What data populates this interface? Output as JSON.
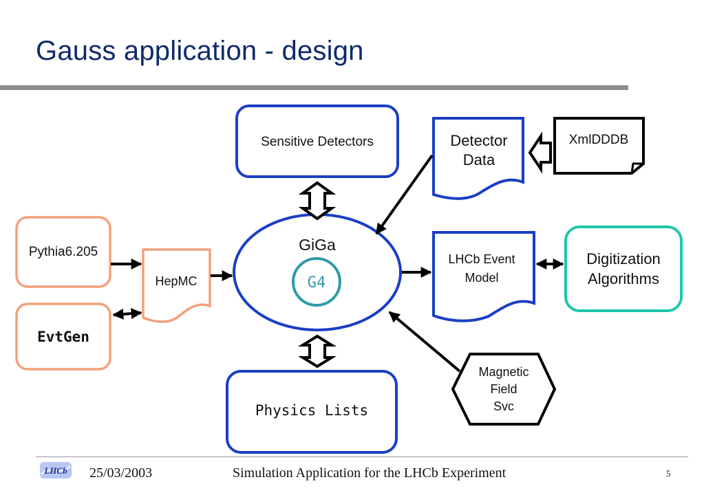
{
  "slide": {
    "title": "Gauss application - design"
  },
  "diagram": {
    "sensitive_detectors": "Sensitive Detectors",
    "detector_data": [
      "Detector",
      "Data"
    ],
    "xmldddb": "XmlDDDB",
    "pythia": "Pythia6.205",
    "evtgen": "EvtGen",
    "hepmc": "HepMC",
    "giga": "GiGa",
    "g4": "G4",
    "lhcb_event_model": [
      "LHCb Event",
      "Model"
    ],
    "digitization": [
      "Digitization",
      "Algorithms"
    ],
    "magnetic_field": [
      "Magnetic",
      "Field",
      "Svc"
    ],
    "physics_lists": "Physics Lists"
  },
  "colors": {
    "title": "#0f2a6b",
    "blue_border": "#1a3fc4",
    "orange_border": "#f4a07a",
    "teal_border": "#1ec8a8",
    "g4_circle": "#2f9aa8"
  },
  "footer": {
    "logo": "LHCb",
    "date": "25/03/2003",
    "title": "Simulation Application for the LHCb Experiment",
    "page": "5"
  }
}
